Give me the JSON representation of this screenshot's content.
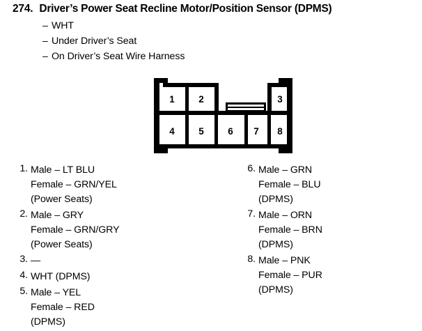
{
  "header": {
    "number": "274.",
    "title": "Driver’s Power Seat Recline Motor/Position Sensor (DPMS)",
    "dash": "–",
    "sub_lines": [
      "WHT",
      "Under Driver’s Seat",
      "On Driver’s Seat Wire Harness"
    ]
  },
  "connector": {
    "top_row_pins": [
      "1",
      "2",
      "3"
    ],
    "bottom_row_pins": [
      "4",
      "5",
      "6",
      "7",
      "8"
    ],
    "outline_color": "#000000",
    "fill_color": "#ffffff"
  },
  "pin_list_left": [
    {
      "index": "1.",
      "lines": [
        "Male – LT BLU",
        "Female – GRN/YEL",
        "(Power Seats)"
      ]
    },
    {
      "index": "2.",
      "lines": [
        "Male – GRY",
        "Female – GRN/GRY",
        "(Power Seats)"
      ]
    },
    {
      "index": "3.",
      "lines": [
        "—"
      ]
    },
    {
      "index": "4.",
      "lines": [
        "WHT (DPMS)"
      ]
    },
    {
      "index": "5.",
      "lines": [
        "Male – YEL",
        "Female – RED",
        "(DPMS)"
      ]
    }
  ],
  "pin_list_right": [
    {
      "index": "6.",
      "lines": [
        "Male – GRN",
        "Female – BLU",
        "(DPMS)"
      ]
    },
    {
      "index": "7.",
      "lines": [
        "Male – ORN",
        "Female – BRN",
        "(DPMS)"
      ]
    },
    {
      "index": "8.",
      "lines": [
        "Male – PNK",
        "Female – PUR",
        "(DPMS)"
      ]
    }
  ]
}
